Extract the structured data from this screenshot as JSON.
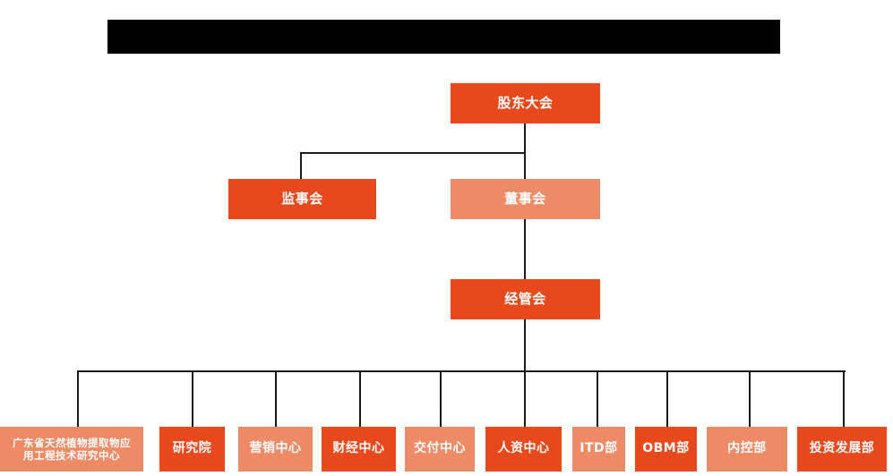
{
  "page": {
    "title_bar": {
      "name": "redacted-title-banner",
      "text": ""
    },
    "background_color": "#ffffff",
    "colors": {
      "accent_dark": "#E8491C",
      "accent_light": "#EE8B67",
      "connector": "#1a1a1a",
      "node_text": "#ffffff",
      "banner": "#000000"
    }
  },
  "chart_data": {
    "type": "diagram",
    "diagram_type": "org-chart",
    "orientation": "top-down",
    "levels": [
      {
        "level": 1,
        "nodes": [
          {
            "id": "shareholders",
            "label": "股东大会",
            "shade": "dark"
          }
        ]
      },
      {
        "level": 2,
        "nodes": [
          {
            "id": "supervisors",
            "label": "监事会",
            "shade": "dark"
          },
          {
            "id": "directors",
            "label": "董事会",
            "shade": "light"
          }
        ]
      },
      {
        "level": 3,
        "nodes": [
          {
            "id": "management",
            "label": "经管会",
            "shade": "dark"
          }
        ]
      },
      {
        "level": 4,
        "nodes": [
          {
            "id": "gd-center",
            "label": "广东省天然植物提取物应用工程技术研究中心",
            "shade": "light"
          },
          {
            "id": "research-institute",
            "label": "研究院",
            "shade": "dark"
          },
          {
            "id": "marketing-center",
            "label": "营销中心",
            "shade": "light"
          },
          {
            "id": "finance-center",
            "label": "财经中心",
            "shade": "dark"
          },
          {
            "id": "delivery-center",
            "label": "交付中心",
            "shade": "light"
          },
          {
            "id": "hr-center",
            "label": "人资中心",
            "shade": "dark"
          },
          {
            "id": "itd-dept",
            "label": "ITD部",
            "shade": "light"
          },
          {
            "id": "obm-dept",
            "label": "OBM部",
            "shade": "dark"
          },
          {
            "id": "internal-control-dept",
            "label": "内控部",
            "shade": "light"
          },
          {
            "id": "investment-dev-dept",
            "label": "投资发展部",
            "shade": "dark"
          }
        ]
      }
    ],
    "edges": [
      {
        "from": "shareholders",
        "to": "supervisors"
      },
      {
        "from": "shareholders",
        "to": "directors"
      },
      {
        "from": "directors",
        "to": "management"
      },
      {
        "from": "management",
        "to": "gd-center"
      },
      {
        "from": "management",
        "to": "research-institute"
      },
      {
        "from": "management",
        "to": "marketing-center"
      },
      {
        "from": "management",
        "to": "finance-center"
      },
      {
        "from": "management",
        "to": "delivery-center"
      },
      {
        "from": "management",
        "to": "hr-center"
      },
      {
        "from": "management",
        "to": "itd-dept"
      },
      {
        "from": "management",
        "to": "obm-dept"
      },
      {
        "from": "management",
        "to": "internal-control-dept"
      },
      {
        "from": "management",
        "to": "investment-dev-dept"
      }
    ]
  },
  "nodes": {
    "shareholders": {
      "label": "股东大会"
    },
    "supervisors": {
      "label": "监事会"
    },
    "directors": {
      "label": "董事会"
    },
    "management": {
      "label": "经管会"
    },
    "gd_center_line1": {
      "label": "广东省天然植物提取物应"
    },
    "gd_center_line2": {
      "label": "用工程技术研究中心"
    },
    "research_institute": {
      "label": "研究院"
    },
    "marketing_center": {
      "label": "营销中心"
    },
    "finance_center": {
      "label": "财经中心"
    },
    "delivery_center": {
      "label": "交付中心"
    },
    "hr_center": {
      "label": "人资中心"
    },
    "itd_dept": {
      "label": "ITD部"
    },
    "obm_dept": {
      "label": "OBM部"
    },
    "internal_control_dept": {
      "label": "内控部"
    },
    "investment_dev_dept": {
      "label": "投资发展部"
    }
  }
}
